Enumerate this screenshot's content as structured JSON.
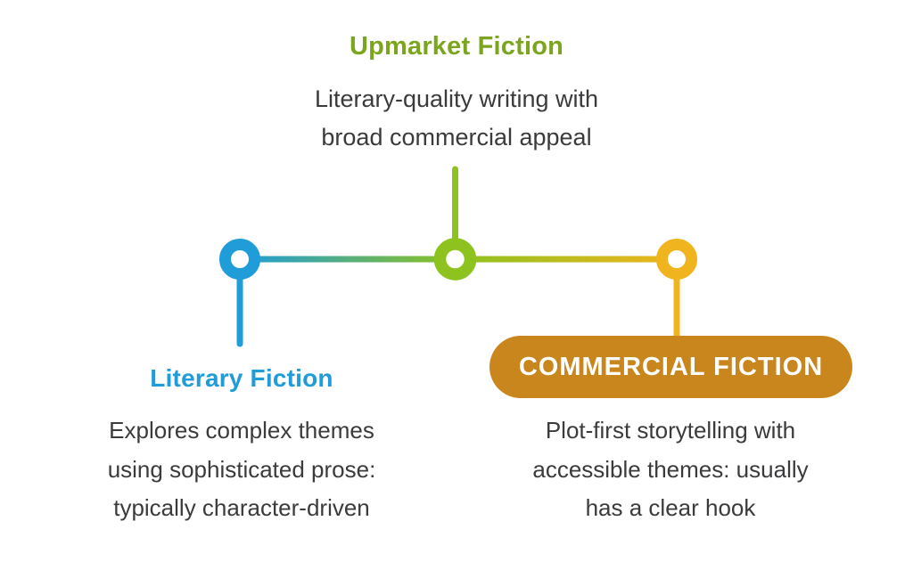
{
  "title": "Fiction categories spectrum",
  "colors": {
    "upmarket_title_green": "#7CA51E",
    "upmarket_green": "#8DC21F",
    "literary_blue": "#209CD8",
    "commercial_yellow": "#F0B41E",
    "commercial_badge_gold": "#C8861C",
    "body_text": "#3B3B3D",
    "node_hole_white": "#FFFFFF",
    "background": "#FFFFFF"
  },
  "sections": {
    "upmarket": {
      "title": "Upmarket Fiction",
      "description": "Literary-quality writing with\nbroad commercial appeal"
    },
    "literary": {
      "title": "Literary Fiction",
      "description": "Explores complex themes\nusing sophisticated prose:\ntypically character-driven"
    },
    "commercial": {
      "title": "COMMERCIAL FICTION",
      "description": "Plot-first storytelling with\naccessible themes: usually\nhas a clear hook"
    }
  }
}
